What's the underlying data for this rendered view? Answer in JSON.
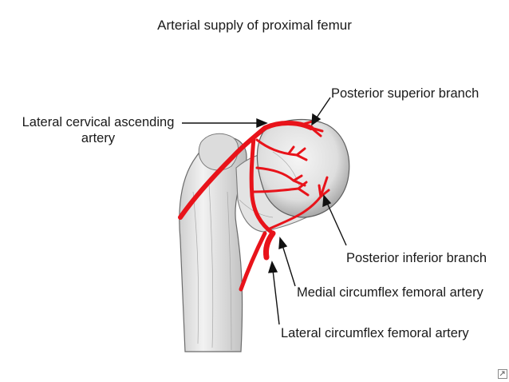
{
  "title": "Arterial supply of proximal femur",
  "labels": {
    "lateral_cervical_ascending_artery": {
      "line1": "Lateral cervical ascending",
      "line2": "artery"
    },
    "posterior_superior_branch": "Posterior superior branch",
    "posterior_inferior_branch": "Posterior inferior branch",
    "medial_circumflex_femoral_artery": "Medial circumflex femoral artery",
    "lateral_circumflex_femoral_artery": "Lateral circumflex femoral artery"
  },
  "colors": {
    "artery": "#e8131a",
    "bone_fill": "#ececec",
    "bone_shade": "#b9b9b9",
    "bone_outline": "#6b6b6b",
    "text": "#1a1a1a"
  },
  "icons": {
    "corner": "expand-icon"
  }
}
